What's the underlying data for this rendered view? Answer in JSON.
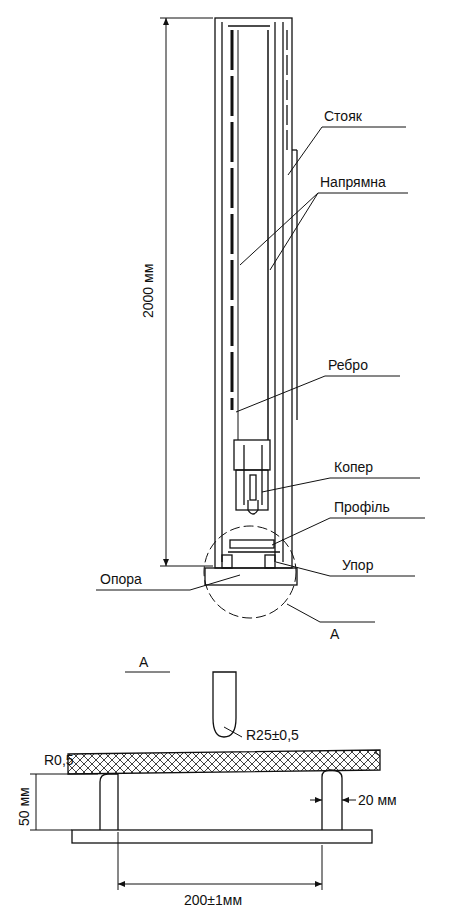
{
  "diagram": {
    "labels": [
      "2000 мм",
      "Стояк",
      "Напрямна",
      "Ребро",
      "Копер",
      "Профіль",
      "Упор",
      "Опора",
      "А",
      "А",
      "R25±0,5",
      "R0,5",
      "50 мм",
      "20 мм",
      "200±1мм"
    ]
  }
}
